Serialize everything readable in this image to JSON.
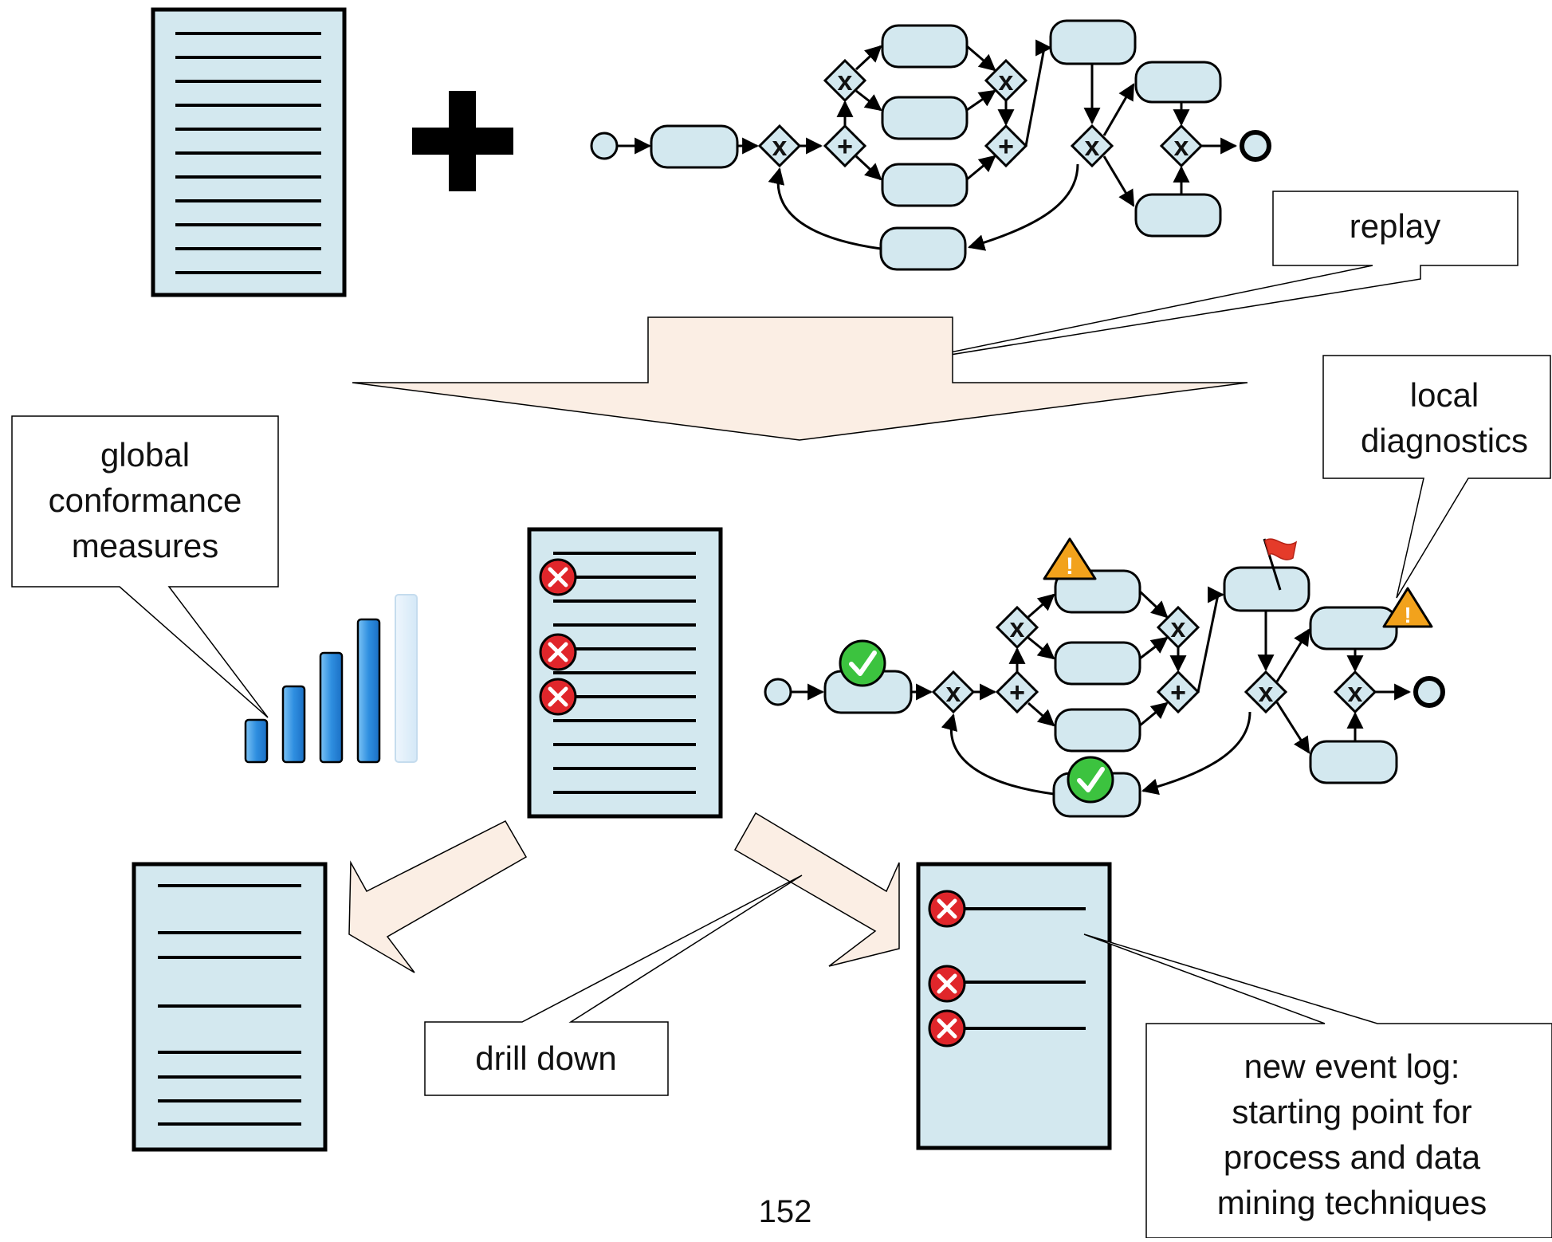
{
  "callouts": {
    "replay": [
      "replay"
    ],
    "global": [
      "global",
      "conformance",
      "measures"
    ],
    "local": [
      "local",
      "diagnostics"
    ],
    "drill": [
      "drill down"
    ],
    "newlog": [
      "new event log:",
      "starting point for",
      "process and data",
      "mining techniques"
    ]
  },
  "page_number": "152",
  "bar_chart": {
    "relative_levels": [
      0.25,
      0.45,
      0.65,
      0.85,
      1.0
    ]
  },
  "icons": {
    "gateway_xor": "x",
    "gateway_and": "+",
    "check": "✓",
    "cross": "✕",
    "warning": "!"
  },
  "colors": {
    "doc_fill": "#d3e8ef",
    "task_fill": "#d3e8ef",
    "arrow_fill": "#fbeee4",
    "error_red": "#e0262b",
    "ok_green": "#3cc33f",
    "warning_orange": "#f2a21c",
    "flag_red": "#e53b2a",
    "bar_blue": "#2f8fe0"
  }
}
